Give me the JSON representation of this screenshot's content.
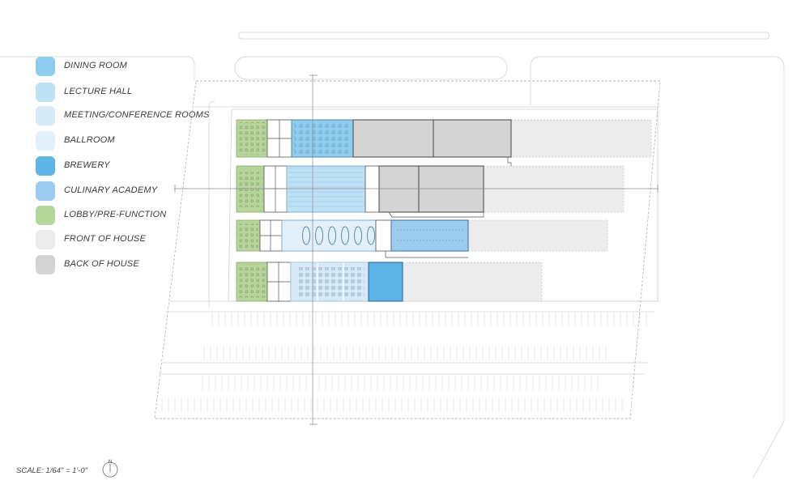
{
  "legend": {
    "items": [
      {
        "label": "DINING ROOM",
        "color": "#8fcdef"
      },
      {
        "label": "LECTURE HALL",
        "color": "#bfe1f6"
      },
      {
        "label": "MEETING/CONFERENCE ROOMS",
        "color": "#d5e9f6"
      },
      {
        "label": "BALLROOM",
        "color": "#e3f0fa"
      },
      {
        "label": "BREWERY",
        "color": "#5db4e6"
      },
      {
        "label": "CULINARY ACADEMY",
        "color": "#9bcbee"
      },
      {
        "label": "LOBBY/PRE-FUNCTION",
        "color": "#b5d59a"
      },
      {
        "label": "FRONT OF HOUSE",
        "color": "#ececec"
      },
      {
        "label": "BACK OF HOUSE",
        "color": "#d4d4d4"
      }
    ]
  },
  "scale": {
    "text": "SCALE: 1/64\" = 1'-0\""
  },
  "north_arrow": {
    "label": "N"
  },
  "colors": {
    "lobby": "#b5d59a",
    "dining": "#8fcdef",
    "lecture": "#bfe1f6",
    "meeting": "#d5e9f6",
    "ballroom": "#e3f0fa",
    "brewery": "#5db4e6",
    "culinary": "#9bcbee",
    "front_of_house": "#ececec",
    "back_of_house": "#d4d4d4",
    "linework": "#c8c8c8"
  }
}
